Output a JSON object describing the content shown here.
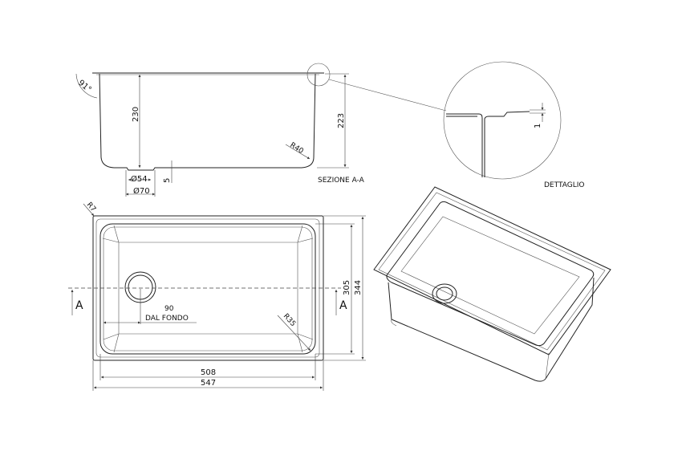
{
  "section": {
    "label": "SEZIONE A-A",
    "angle": "91°",
    "depth_inner": "230",
    "depth_outer": "223",
    "radius_bottom": "R40",
    "drain_inner_dia": "Ø54",
    "drain_outer_dia": "Ø70",
    "drain_offset": "5"
  },
  "detail": {
    "label": "DETTAGLIO",
    "thickness": "1"
  },
  "plan": {
    "corner_radius": "R7",
    "inner_radius": "R35",
    "drain_distance": "90",
    "drain_distance_note": "DAL FONDO",
    "inner_width": "508",
    "outer_width": "547",
    "inner_depth": "305",
    "outer_depth": "344",
    "section_marker_left": "A",
    "section_marker_right": "A"
  }
}
